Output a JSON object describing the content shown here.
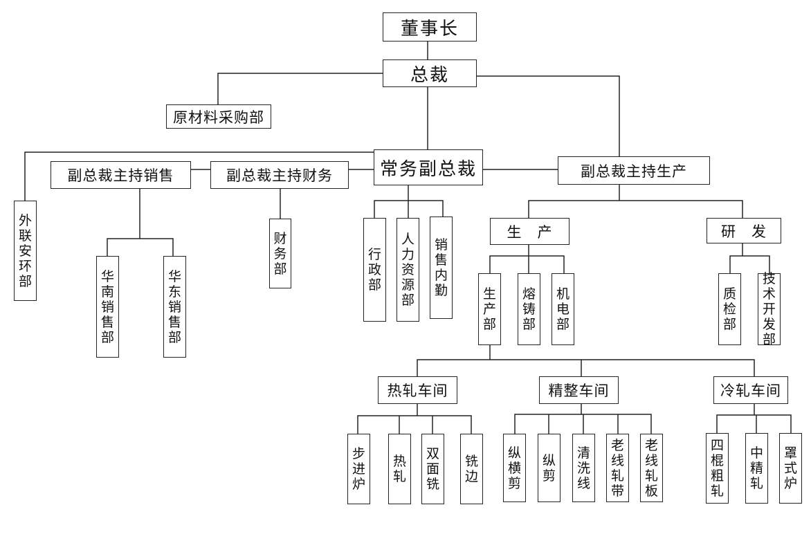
{
  "colors": {
    "line": "#222222",
    "box_border": "#222222",
    "background": "#ffffff"
  },
  "nodes": {
    "chairman": "董事长",
    "president": "总裁",
    "procurement": "原材料采购部",
    "evp": "常务副总裁",
    "vp_sales": "副总裁主持销售",
    "vp_finance": "副总裁主持财务",
    "vp_production": "副总裁主持生产",
    "ext_safety_env": "外联安环部",
    "south_china_sales": "华南销售部",
    "east_china_sales": "华东销售部",
    "finance_dept": "财务部",
    "admin_dept": "行政部",
    "hr_dept": "人力资源部",
    "sales_office": "销售内勤",
    "production": "生　产",
    "rnd": "研　发",
    "production_dept": "生产部",
    "casting_dept": "熔铸部",
    "mech_elec_dept": "机电部",
    "qc_dept": "质检部",
    "tech_dev_dept": "技术开发部",
    "hot_rolling_shop": "热轧车间",
    "finishing_shop": "精整车间",
    "cold_rolling_shop": "冷轧车间",
    "walking_furnace": "步进炉",
    "hot_rolling": "热轧",
    "double_milling": "双面铣",
    "edge_milling": "铣边",
    "cross_cut": "纵横剪",
    "slitting": "纵剪",
    "cleaning_line": "清洗线",
    "old_line_strip": "老线轧带",
    "old_line_plate": "老线轧板",
    "four_high_roughing": "四棍粗轧",
    "intermediate_rolling": "中精轧",
    "bell_furnace": "罩式炉"
  }
}
